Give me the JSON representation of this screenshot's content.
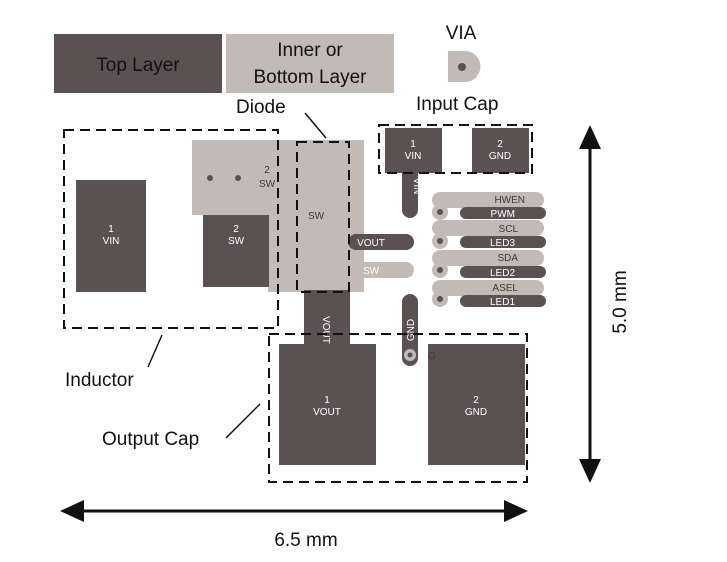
{
  "legend": {
    "top_layer": "Top Layer",
    "inner_line1": "Inner or",
    "inner_line2": "Bottom Layer",
    "via": "VIA"
  },
  "labels": {
    "diode": "Diode",
    "input_cap": "Input Cap",
    "inductor": "Inductor",
    "output_cap": "Output Cap"
  },
  "dimensions": {
    "width": "6.5 mm",
    "height": "5.0 mm"
  },
  "pads": {
    "inductor_1": {
      "num": "1",
      "name": "VIN"
    },
    "inductor_2": {
      "num": "2",
      "name": "SW"
    },
    "inductor_sw_bottom": {
      "num": "2",
      "name": "SW"
    },
    "diode_sw": {
      "name": "SW"
    },
    "input_cap_1": {
      "num": "1",
      "name": "VIN"
    },
    "input_cap_2": {
      "num": "2",
      "name": "GND"
    },
    "output_cap_1": {
      "num": "1",
      "name": "VOUT"
    },
    "output_cap_2": {
      "num": "2",
      "name": "GND"
    }
  },
  "traces": {
    "vin_vertical": "VIN",
    "vout_horizontal": "VOUT",
    "sw_horizontal": "SW",
    "vout_vertical": "VOUT",
    "gnd_vertical": "GND",
    "gnd_stub": "G"
  },
  "signals": [
    "HWEN",
    "PWM",
    "SCL",
    "LED3",
    "SDA",
    "LED2",
    "ASEL",
    "LED1"
  ],
  "colors": {
    "top_layer": "#5b5152",
    "bottom_layer": "#c2bab5",
    "outline": "#111111"
  }
}
